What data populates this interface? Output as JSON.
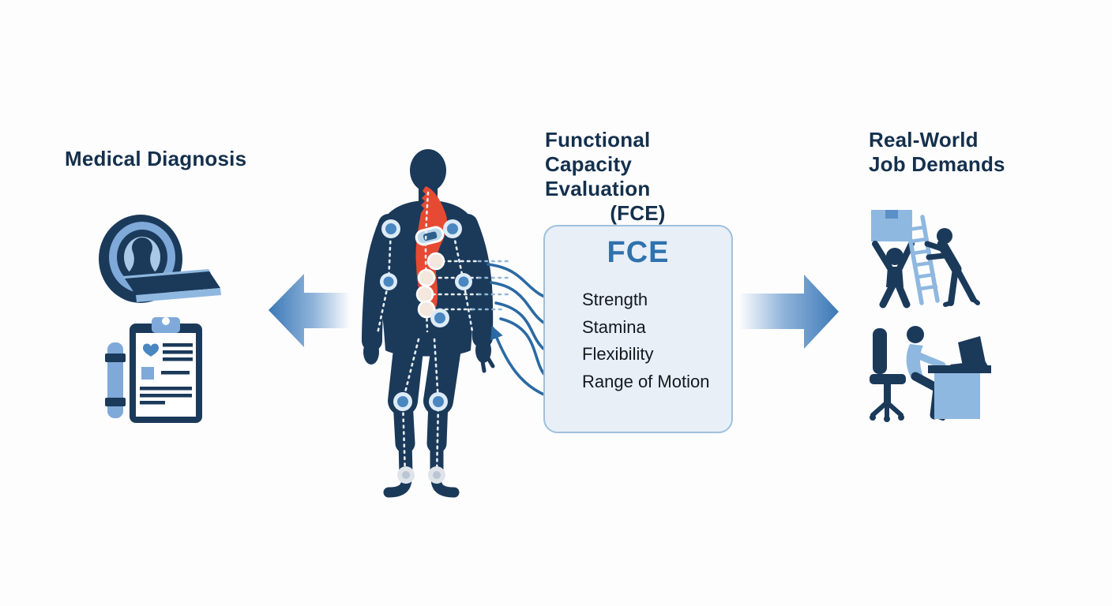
{
  "colors": {
    "dark_navy": "#1b3a5a",
    "mid_blue": "#2f72ad",
    "light_blue": "#8fb8e0",
    "accent_red": "#e64a33",
    "box_bg": "#e8eff7",
    "box_border": "#9ec0dd",
    "arrow_blue": "#2b6aa3",
    "gradient_arrow_blue": "#3c79b6",
    "title_text": "#14304d"
  },
  "left_panel": {
    "title": "Medical Diagnosis",
    "icons": [
      "mri-scanner-icon",
      "pen-icon",
      "medical-clipboard-icon"
    ]
  },
  "center": {
    "title_line1": "Functional",
    "title_line2": "Capacity Evaluation",
    "title_line3": "(FCE)",
    "body_figure": {
      "description": "human-silhouette-with-highlighted-spine-and-joint-markers",
      "highlight": "spine",
      "assessed_items": [
        "shoulder",
        "elbow",
        "spine",
        "hip",
        "knee",
        "ankle"
      ]
    },
    "fce_box": {
      "heading": "FCE",
      "items": [
        "Strength",
        "Stamina",
        "Flexibility",
        "Range of Motion"
      ]
    }
  },
  "right_panel": {
    "title_line1": "Real-World",
    "title_line2": "Job Demands",
    "icons": [
      "worker-lifting-box-icon",
      "ladder-icon",
      "worker-climbing-icon",
      "desk-worker-icon"
    ]
  }
}
